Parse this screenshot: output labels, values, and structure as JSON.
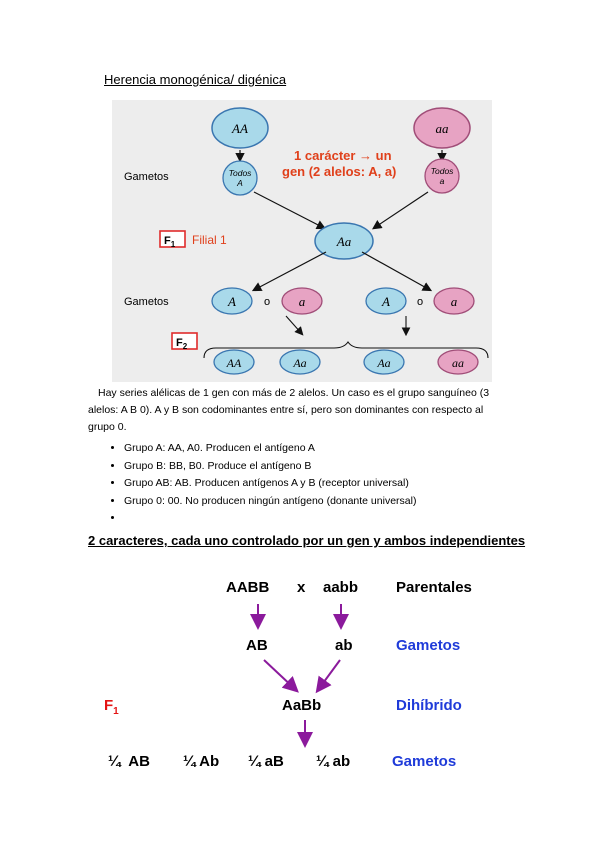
{
  "section1": {
    "title": "Herencia monogénica/ digénica",
    "diagram": {
      "parent_left": "AA",
      "parent_right": "aa",
      "gametes_label_1": "Gametos",
      "todos_left_1": "Todos",
      "todos_left_2": "A",
      "todos_right_1": "Todos",
      "todos_right_2": "a",
      "caption_line1": "1 carácter → un",
      "caption_line2": "gen (2 alelos: A, a)",
      "f1_badge": "F",
      "f1_sub": "1",
      "f1_label": "Filial 1",
      "f1_genotype": "Aa",
      "gametes_label_2": "Gametos",
      "gametes": [
        "A",
        "o",
        "a",
        "A",
        "o",
        "a"
      ],
      "f2_badge": "F",
      "f2_sub": "2",
      "f2_genotypes": [
        "AA",
        "Aa",
        "Aa",
        "aa"
      ],
      "colors": {
        "blue": "#a9d9ea",
        "pink": "#e7a3c3",
        "arrow": "#000000",
        "badge": "#e02b2b"
      }
    }
  },
  "paragraph": {
    "line1": "Hay series alélicas de 1 gen con más de 2 alelos. Un caso es el grupo sanguíneo (3",
    "line2": "alelos: A B 0).  A y B son codominantes entre sí, pero son dominantes con respecto al",
    "line3": "grupo 0."
  },
  "bullets": [
    "Grupo A: AA, A0.  Producen el antígeno A",
    "Grupo B: BB, B0.  Produce el antígeno B",
    "Grupo AB: AB. Producen antígenos A y B (receptor universal)",
    "Grupo 0: 00.  No producen ningún antígeno (donante universal)",
    ""
  ],
  "section2": {
    "title": "2 caracteres, cada uno controlado por un gen y ambos independientes",
    "parent1": "AABB",
    "cross": "x",
    "parent2": "aabb",
    "parentales": "Parentales",
    "gamete1": "AB",
    "gamete2": "ab",
    "gametos": "Gametos",
    "f1": "F",
    "f1_sub": "1",
    "dihybrid": "AaBb",
    "dihibrido": "Dihíbrido",
    "gametes_final": [
      "¼  AB",
      "¼ Ab",
      "¼ aB",
      "¼ ab"
    ],
    "gametos_final": "Gametos",
    "colors": {
      "arrow": "#8b1a9c",
      "label_blue": "#1f3bd9",
      "f1_red": "#e41414"
    }
  }
}
